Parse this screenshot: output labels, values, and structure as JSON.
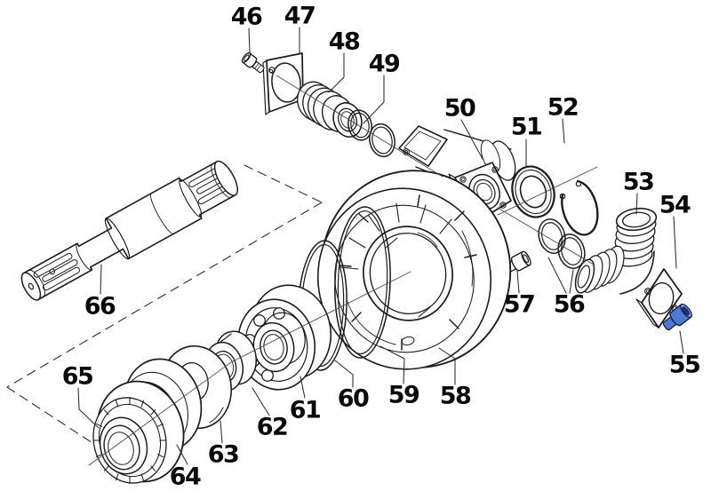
{
  "diagram": {
    "background_color": "#ffffff",
    "line_color": "#1c1c1c",
    "highlight": {
      "fill": "#4e79d2",
      "fill_light": "#7b9ce0",
      "fill_dark": "#1c3480",
      "outline": "#14224f"
    },
    "labels": [
      {
        "text": "46"
      },
      {
        "text": "47"
      },
      {
        "text": "48"
      },
      {
        "text": "49"
      },
      {
        "text": "50"
      },
      {
        "text": "51"
      },
      {
        "text": "52"
      },
      {
        "text": "53"
      },
      {
        "text": "54"
      },
      {
        "text": "55"
      },
      {
        "text": "56"
      },
      {
        "text": "57"
      },
      {
        "text": "58"
      },
      {
        "text": "59"
      },
      {
        "text": "60"
      },
      {
        "text": "61"
      },
      {
        "text": "62"
      },
      {
        "text": "63"
      },
      {
        "text": "64"
      },
      {
        "text": "65"
      },
      {
        "text": "66"
      }
    ]
  }
}
